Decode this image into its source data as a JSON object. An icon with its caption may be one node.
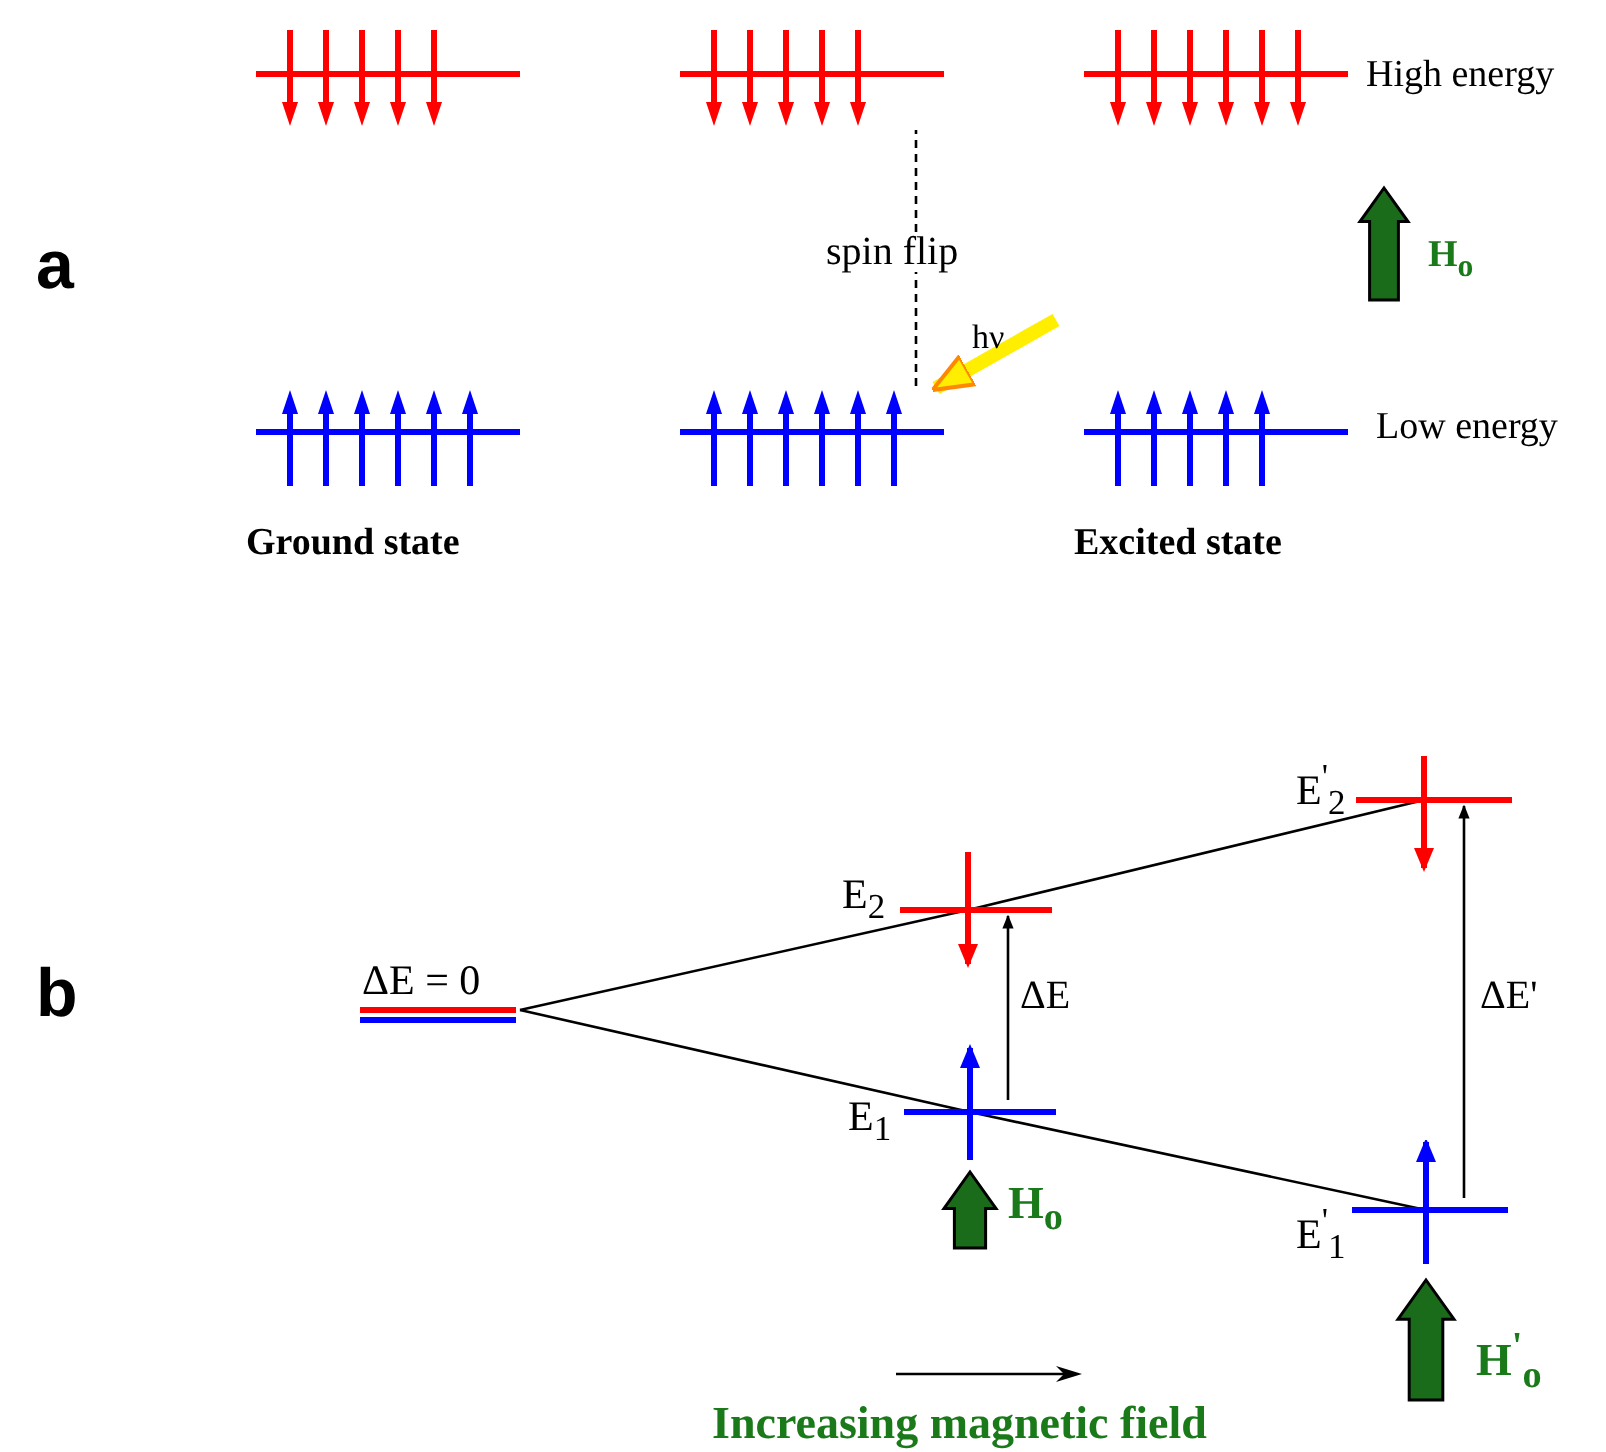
{
  "diagram": {
    "nodes": [
      {
        "text": [],
        "shape": "bar"
      },
      {
        "text": [],
        "shape": "bar"
      },
      {
        "text": [],
        "shape": "bar"
      },
      {
        "text": [],
        "shape": "bar"
      },
      {
        "text": [],
        "shape": "bar"
      },
      {
        "text": [],
        "shape": "bar"
      },
      {
        "text": [
          "ΔE = 0"
        ]
      },
      {
        "text": [
          "E$_{2}$"
        ]
      },
      {
        "text": [
          "E$_{1}$"
        ]
      },
      {
        "text": [
          "E$^{'}$$_{2}$"
        ]
      },
      {
        "text": [
          "E$^{'}$$_{1}$"
        ]
      }
    ],
    "edges": [
      {
        "from": 4,
        "to": 1,
        "arrow": "none",
        "label": "spin flip",
        "style": "dashed"
      },
      {
        "from": null,
        "to": 4,
        "arrow": "to",
        "label": "hν",
        "style": "thick",
        "color": "#ffee00"
      },
      {
        "from": 6,
        "to": 7,
        "arrow": "none"
      },
      {
        "from": 6,
        "to": 8,
        "arrow": "none"
      },
      {
        "from": 7,
        "to": 9,
        "arrow": "none"
      },
      {
        "from": 8,
        "to": 10,
        "arrow": "none"
      },
      {
        "from": 8,
        "to": 7,
        "arrow": "to",
        "label": "ΔE"
      },
      {
        "from": 10,
        "to": 9,
        "arrow": "to",
        "label": "ΔE'"
      }
    ],
    "labels": [
      "High energy",
      "a",
      "H$_{o}$",
      "Low energy",
      "Ground state",
      "Excited state",
      "b",
      "H$_{o}$",
      "H$^{'}$$_{o}$",
      "Increasing magnetic field"
    ]
  }
}
